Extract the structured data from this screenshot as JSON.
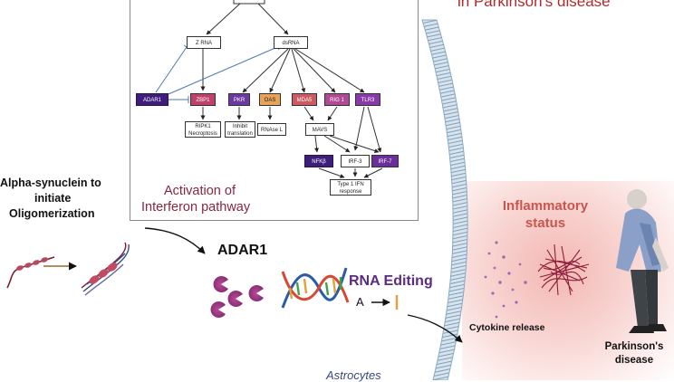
{
  "title": "in Parkinson's disease",
  "pathway": {
    "caption_line1": "Activation of",
    "caption_line2": "Interferon pathway",
    "nodes": {
      "z_rna": "Z RNA",
      "dsrna": "dsRNA",
      "adar1": "ADAR1",
      "zbp1": "ZBP1",
      "pkr": "PKR",
      "oas": "OAS",
      "mda5": "MDA5",
      "rig1": "RIG 1",
      "tlr3": "TLR3",
      "ripk1_line1": "RIPK1",
      "ripk1_line2": "Necroptosis",
      "inhibit_line1": "Inhibit",
      "inhibit_line2": "translation",
      "rnase_l": "RNAse L",
      "mavs": "MAVS",
      "nfkb": "NFKβ",
      "irf3": "IRF-3",
      "irf7": "IRF-7",
      "ifn_line1": "Type 1 IFN",
      "ifn_line2": "response"
    },
    "colors": {
      "adar1": "#3f1e7a",
      "zbp1": "#c0426a",
      "pkr": "#6b3aa0",
      "oas": "#e8a25a",
      "mda5": "#cc5a63",
      "rig1": "#b04a94",
      "tlr3": "#8a3aa8",
      "nfkb": "#3f1e7a",
      "irf7": "#6b2f9a"
    }
  },
  "alpha_synuclein": {
    "line1": "Alpha-synuclein to",
    "line2": "initiate",
    "line3": "Oligomerization"
  },
  "adar1_label": "ADAR1",
  "rna_editing": {
    "label": "RNA Editing",
    "from": "A",
    "to": "I"
  },
  "inflammatory": {
    "line1": "Inflammatory",
    "line2": "status"
  },
  "cytokine_release": "Cytokine release",
  "parkinsons": {
    "line1": "Parkinson's",
    "line2": "disease"
  },
  "astrocytes": "Astrocytes"
}
